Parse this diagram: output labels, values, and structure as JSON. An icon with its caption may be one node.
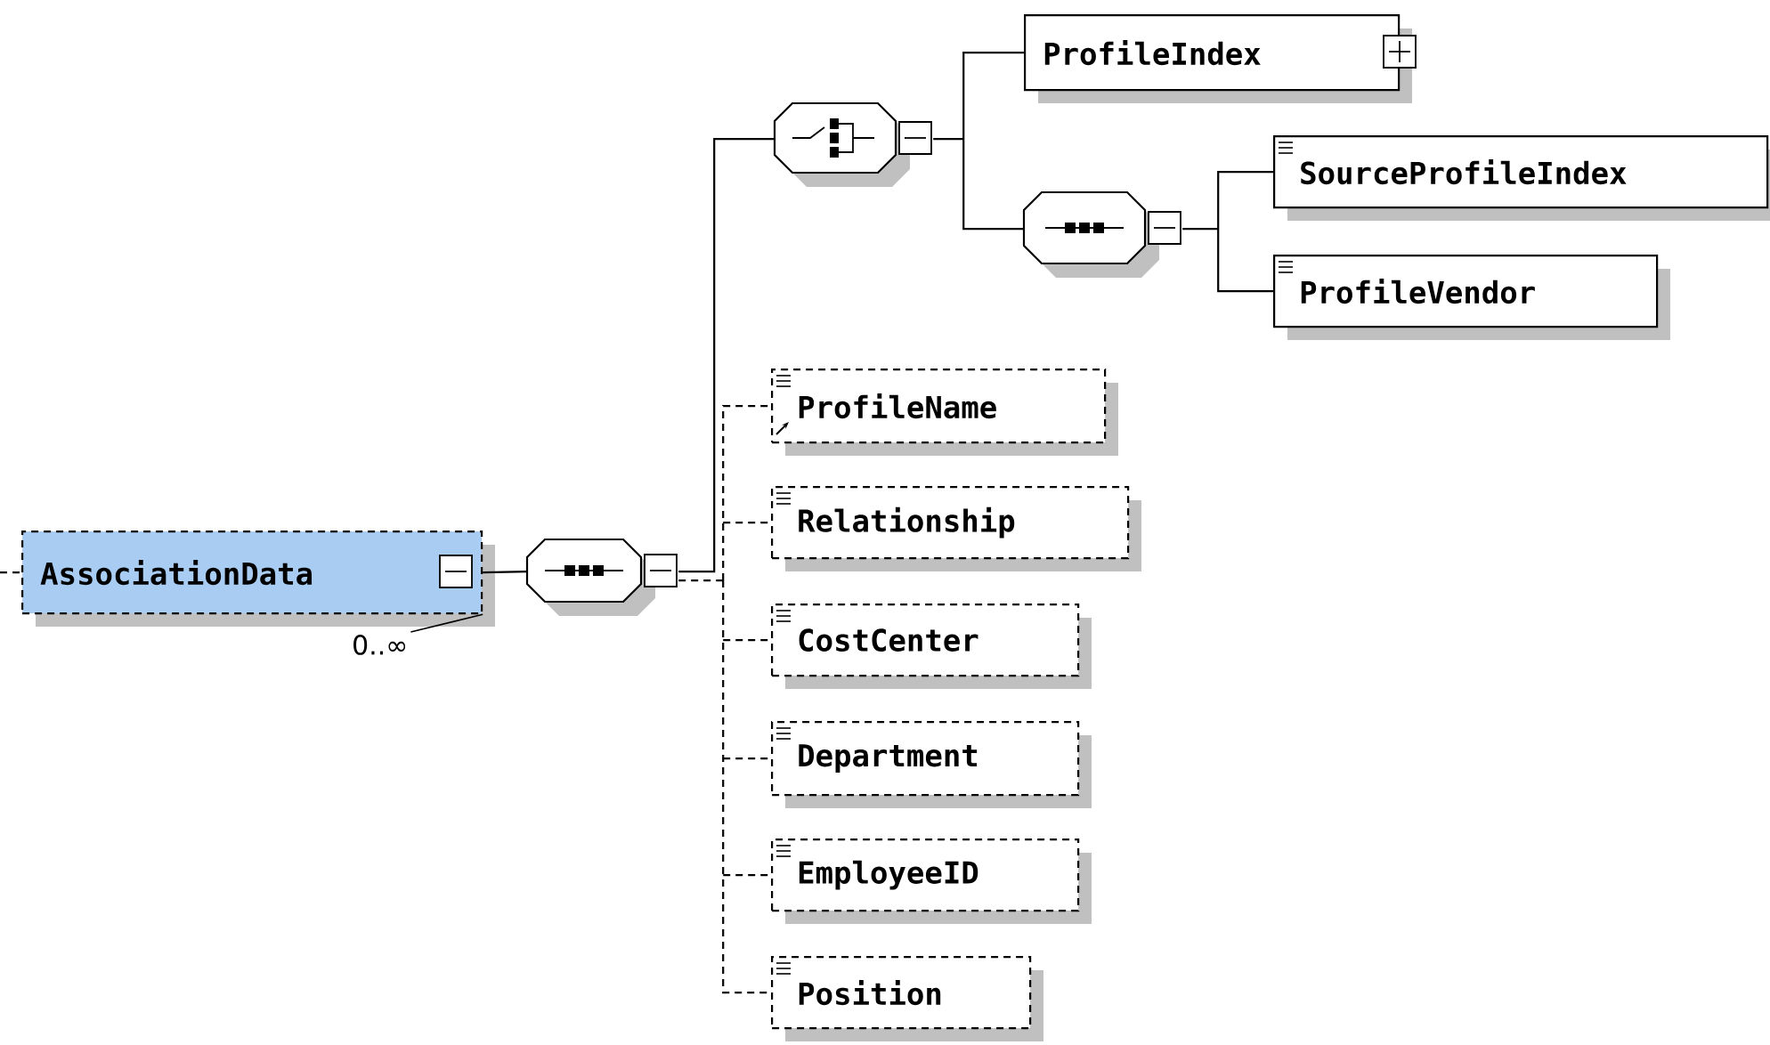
{
  "diagram": {
    "nodes": [
      {
        "text": [
          "AssociationData"
        ]
      },
      {
        "text": [],
        "shape": "octagon"
      },
      {
        "text": [],
        "shape": "octagon"
      },
      {
        "text": [
          "ProfileIndex"
        ]
      },
      {
        "text": [],
        "shape": "octagon"
      },
      {
        "text": [
          "SourceProfileIndex"
        ]
      },
      {
        "text": [
          "ProfileVendor"
        ]
      },
      {
        "text": [
          "ProfileName"
        ]
      },
      {
        "text": [
          "Relationship"
        ]
      },
      {
        "text": [
          "CostCenter"
        ]
      },
      {
        "text": [
          "Department"
        ]
      },
      {
        "text": [
          "EmployeeID"
        ]
      },
      {
        "text": [
          "Position"
        ]
      },
      {
        "text": [
          "0..∞"
        ]
      }
    ],
    "edges": [
      {
        "from": null,
        "to": 0,
        "arrow": "none",
        "style": "dashed"
      },
      {
        "from": 0,
        "to": 1,
        "arrow": "none"
      },
      {
        "from": 1,
        "to": 2,
        "arrow": "none"
      },
      {
        "from": 2,
        "to": 3,
        "arrow": "none"
      },
      {
        "from": 2,
        "to": 4,
        "arrow": "none"
      },
      {
        "from": 4,
        "to": 5,
        "arrow": "none"
      },
      {
        "from": 4,
        "to": 6,
        "arrow": "none"
      },
      {
        "from": 1,
        "to": 7,
        "arrow": "none",
        "style": "dashed"
      },
      {
        "from": 1,
        "to": 8,
        "arrow": "none",
        "style": "dashed"
      },
      {
        "from": 1,
        "to": 9,
        "arrow": "none",
        "style": "dashed"
      },
      {
        "from": 1,
        "to": 10,
        "arrow": "none",
        "style": "dashed"
      },
      {
        "from": 1,
        "to": 11,
        "arrow": "none",
        "style": "dashed"
      },
      {
        "from": 1,
        "to": 12,
        "arrow": "none",
        "style": "dashed"
      },
      {
        "from": 13,
        "to": 0,
        "arrow": "none"
      }
    ]
  }
}
